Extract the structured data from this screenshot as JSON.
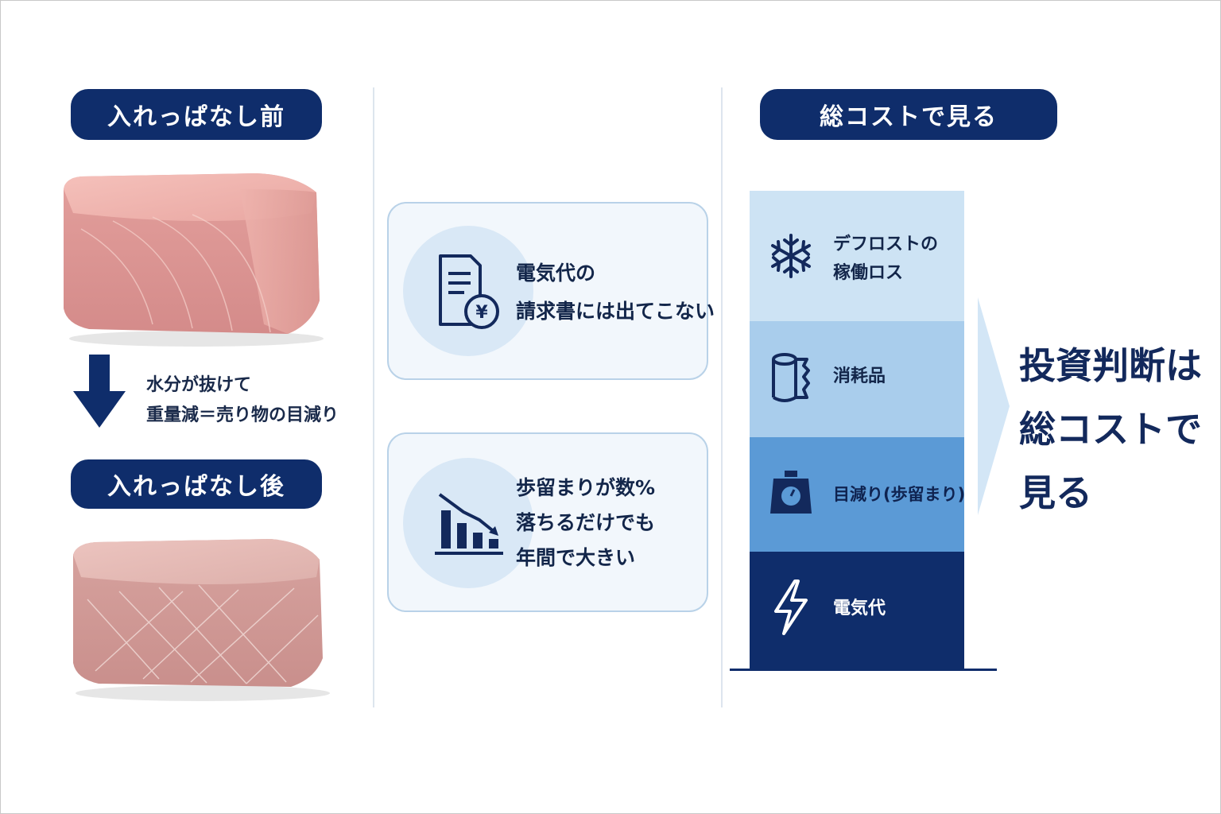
{
  "left": {
    "before_label": "入れっぱなし前",
    "arrow_note_line1": "水分が抜けて",
    "arrow_note_line2": "重量減＝売り物の目減り",
    "after_label": "入れっぱなし後"
  },
  "middle": {
    "card1": {
      "icon": "invoice-yen-icon",
      "line1": "電気代の",
      "line2": "請求書には出てこない"
    },
    "card2": {
      "icon": "declining-bar-chart-icon",
      "line1": "歩留まりが数%",
      "line2": "落ちるだけでも",
      "line3": "年間で大きい"
    }
  },
  "right": {
    "header": "総コストで見る",
    "stack": [
      {
        "icon": "snowflake-icon",
        "line1": "デフロストの",
        "line2": "稼働ロス",
        "color": "#cde3f4"
      },
      {
        "icon": "paper-towel-roll-icon",
        "line1": "消耗品",
        "color": "#a9cdec"
      },
      {
        "icon": "scale-icon",
        "line1": "目減り(歩留まり)",
        "color": "#5b9ad6"
      },
      {
        "icon": "lightning-icon",
        "line1": "電気代",
        "color": "#0f2d6b"
      }
    ],
    "conclusion_line1": "投資判断は",
    "conclusion_line2": "総コストで",
    "conclusion_line3": "見る"
  },
  "colors": {
    "navy": "#0f2d6b",
    "card_border": "#b9d2e8",
    "card_bg": "#f2f7fc"
  }
}
